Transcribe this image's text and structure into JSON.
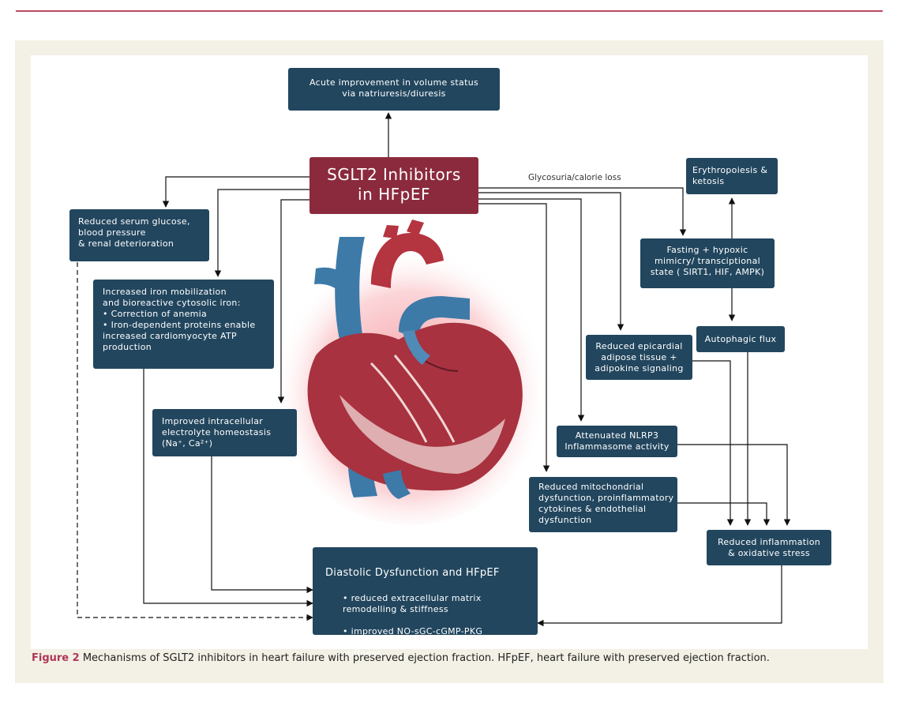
{
  "hub": {
    "label": "SGLT2 Inhibitors\nin HFpEF"
  },
  "edge_label": "Glycosuria/calorie loss",
  "boxes": {
    "volume": "Acute improvement in volume status\nvia natriuresis/diuresis",
    "glucose": "Reduced serum glucose,\nblood pressure\n& renal deterioration",
    "iron": "Increased iron mobilization\nand bioreactive cytosolic iron:\n• Correction of anemia\n• Iron-dependent proteins enable\nincreased cardiomyocyte ATP\nproduction",
    "electrolyte": "Improved intracellular\nelectrolyte homeostasis\n(Na⁺, Ca²⁺)",
    "erythro": "Erythropoiesis &\nketosis",
    "fasting": "Fasting + hypoxic\nmimicry/ transciptional\nstate ( SIRT1, HIF, AMPK)",
    "autophagic": "Autophagic flux",
    "epicardial": "Reduced epicardial\nadipose tissue +\nadipokine signaling",
    "nlrp3": "Attenuated NLRP3\nInflammasome activity",
    "mito": "Reduced mitochondrial\ndysfunction, proinflammatory\ncytokines & endothelial\ndysfunction",
    "inflammation": "Reduced inflammation\n& oxidative stress",
    "diastolic_title": "Diastolic Dysfunction and HFpEF",
    "diastolic_items": [
      "• reduced extracellular matrix\n  remodelling & stiffness",
      "• improved NO-sGC-cGMP-PKG\n  regulation & reduced titin-related\n  stiffness"
    ]
  },
  "caption": {
    "figure_label": "Figure 2",
    "text": " Mechanisms of SGLT2 inhibitors in heart failure with preserved ejection fraction. HFpEF, heart failure with preserved ejection fraction."
  },
  "colors": {
    "box": "#22465e",
    "hub": "#8b2a3d",
    "accent": "#b0365a",
    "frame": "#f3f1e6"
  }
}
